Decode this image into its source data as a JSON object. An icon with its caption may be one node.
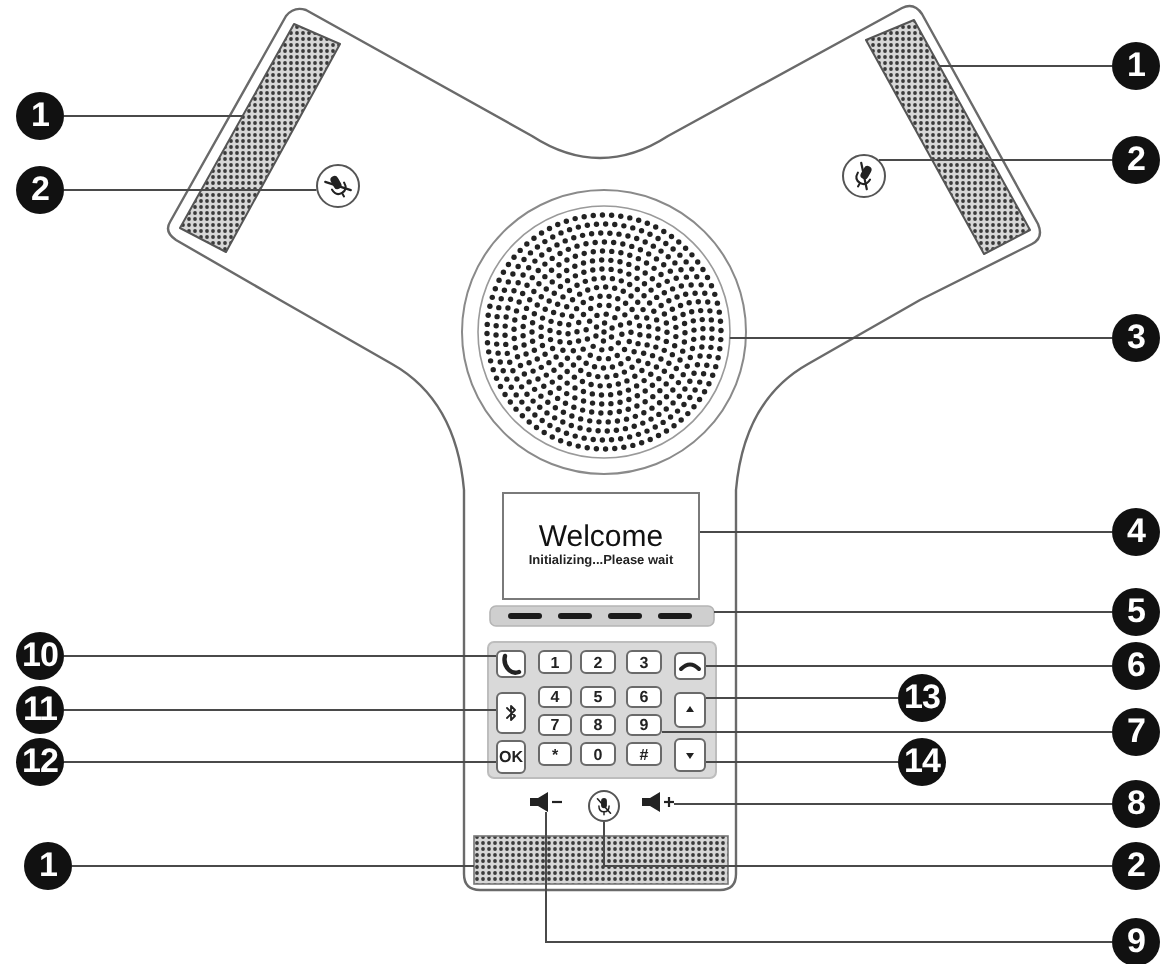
{
  "diagram": {
    "nodes": [
      {
        "text": [
          "1"
        ]
      },
      {
        "text": [
          "2"
        ]
      },
      {
        "text": [],
        "shape": "box"
      },
      {
        "text": [],
        "shape": "circle"
      },
      {
        "text": [],
        "shape": "box"
      },
      {
        "text": [],
        "shape": "circle"
      },
      {
        "text": [
          "1"
        ]
      },
      {
        "text": [
          "2"
        ]
      },
      {
        "text": [],
        "shape": "circle"
      },
      {
        "text": [
          "3"
        ]
      },
      {
        "text": [
          "Welcome",
          "Initializing...Please wait"
        ]
      },
      {
        "text": [
          "4"
        ]
      },
      {
        "text": [],
        "shape": "bar"
      },
      {
        "text": [
          "5"
        ]
      },
      {
        "text": [
          "10"
        ]
      },
      {
        "text": [],
        "shape": "box"
      },
      {
        "text": [
          "1"
        ]
      },
      {
        "text": [
          "2"
        ]
      },
      {
        "text": [
          "3"
        ]
      },
      {
        "text": [],
        "shape": "box"
      },
      {
        "text": [
          "6"
        ]
      },
      {
        "text": [
          "11"
        ]
      },
      {
        "text": [],
        "shape": "box"
      },
      {
        "text": [
          "4"
        ]
      },
      {
        "text": [
          "5"
        ]
      },
      {
        "text": [
          "6"
        ]
      },
      {
        "text": [],
        "shape": "box"
      },
      {
        "text": [
          "13"
        ]
      },
      {
        "text": [
          "7"
        ]
      },
      {
        "text": [
          "7"
        ]
      },
      {
        "text": [
          "8"
        ]
      },
      {
        "text": [
          "9"
        ]
      },
      {
        "text": [
          "12"
        ]
      },
      {
        "text": [
          "OK"
        ]
      },
      {
        "text": [
          "*"
        ]
      },
      {
        "text": [
          "0"
        ]
      },
      {
        "text": [
          "#"
        ]
      },
      {
        "text": [],
        "shape": "box"
      },
      {
        "text": [
          "14"
        ]
      },
      {
        "text": [],
        "shape": "picture"
      },
      {
        "text": [],
        "shape": "circle"
      },
      {
        "text": [],
        "shape": "picture"
      },
      {
        "text": [
          "8"
        ]
      },
      {
        "text": [
          "1"
        ]
      },
      {
        "text": [],
        "shape": "box"
      },
      {
        "text": [
          "2"
        ]
      },
      {
        "text": [
          "9"
        ]
      }
    ],
    "edges": [
      {
        "from": 0,
        "to": 2,
        "arrow": "none"
      },
      {
        "from": 1,
        "to": 3,
        "arrow": "none"
      },
      {
        "from": 6,
        "to": 4,
        "arrow": "none"
      },
      {
        "from": 7,
        "to": 5,
        "arrow": "none"
      },
      {
        "from": 9,
        "to": 8,
        "arrow": "none"
      },
      {
        "from": 11,
        "to": 10,
        "arrow": "none"
      },
      {
        "from": 13,
        "to": 12,
        "arrow": "none"
      },
      {
        "from": 14,
        "to": 15,
        "arrow": "none"
      },
      {
        "from": 20,
        "to": 19,
        "arrow": "none"
      },
      {
        "from": 21,
        "to": 22,
        "arrow": "none"
      },
      {
        "from": 27,
        "to": 26,
        "arrow": "none"
      },
      {
        "from": 28,
        "to": 31,
        "arrow": "none"
      },
      {
        "from": 32,
        "to": 33,
        "arrow": "none"
      },
      {
        "from": 38,
        "to": 37,
        "arrow": "none"
      },
      {
        "from": 42,
        "to": 41,
        "arrow": "none"
      },
      {
        "from": 43,
        "to": 44,
        "arrow": "none"
      },
      {
        "from": 45,
        "to": 40,
        "arrow": "none"
      },
      {
        "from": 46,
        "to": 39,
        "arrow": "none"
      }
    ]
  }
}
